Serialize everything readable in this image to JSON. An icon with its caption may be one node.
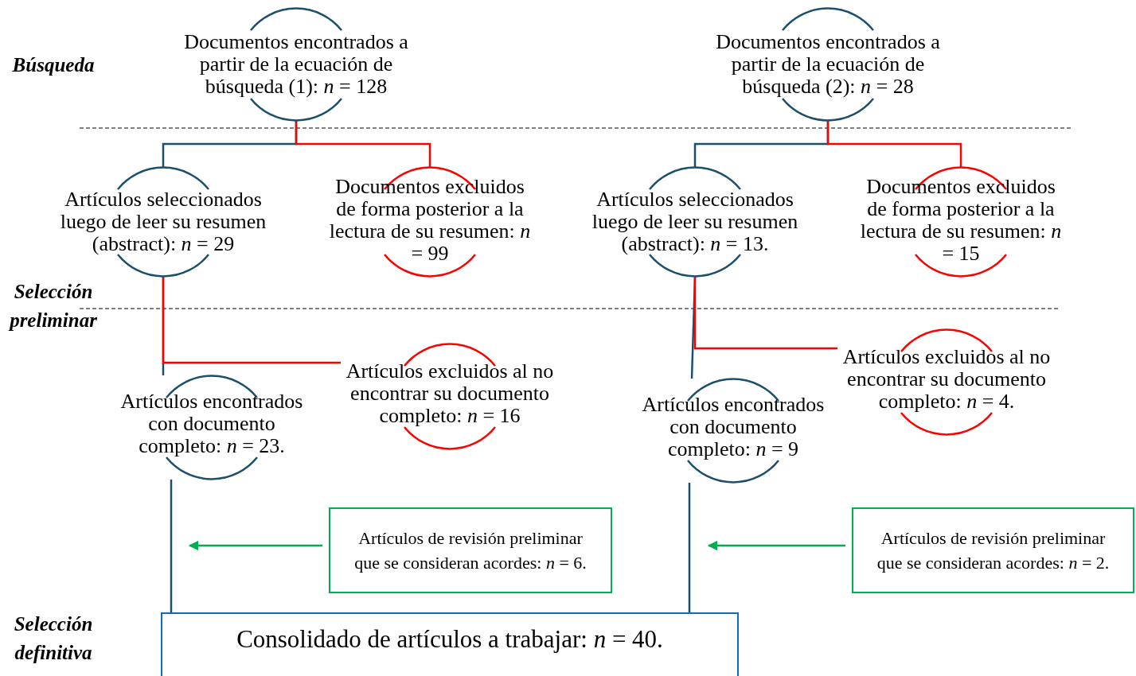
{
  "diagram": {
    "nodes": [
      {
        "text": [
          "Documentos encontrados a partir de la ecuación de búsqueda (1): *n* = 128"
        ]
      },
      {
        "text": [
          "Documentos encontrados a partir de la ecuación de búsqueda (2): *n* = 28"
        ]
      },
      {
        "text": [
          "Artículos seleccionados luego de leer su resumen (abstract): *n* = 29"
        ]
      },
      {
        "text": [
          "Documentos excluidos de forma posterior a la lectura de su resumen: *n* = 99"
        ]
      },
      {
        "text": [
          "Artículos seleccionados luego de leer su resumen (abstract): *n* = 13."
        ]
      },
      {
        "text": [
          "Documentos excluidos de forma posterior a la lectura de su resumen: *n* = 15"
        ]
      },
      {
        "text": [
          "Artículos encontrados con documento completo: *n* = 23."
        ]
      },
      {
        "text": [
          "Artículos excluidos al no encontrar su documento completo: *n* = 16"
        ]
      },
      {
        "text": [
          "Artículos encontrados con documento completo: *n* = 9"
        ]
      },
      {
        "text": [
          "Artículos excluidos al no encontrar su documento completo: *n* = 4."
        ]
      },
      {
        "text": [
          "Artículos de revisión preliminar que se consideran acordes: *n* = 6."
        ]
      },
      {
        "text": [
          "Artículos de revisión preliminar que se consideran acordes: *n* = 2."
        ]
      },
      {
        "text": [
          "Consolidado de artículos a trabajar: *n* = 40."
        ]
      }
    ],
    "edges": [
      {
        "from": 0,
        "to": 2,
        "arrow": "none"
      },
      {
        "from": 0,
        "to": 3,
        "arrow": "none",
        "color": "#ff0000"
      },
      {
        "from": 1,
        "to": 4,
        "arrow": "none"
      },
      {
        "from": 1,
        "to": 5,
        "arrow": "none",
        "color": "#ff0000"
      },
      {
        "from": 2,
        "to": 6,
        "arrow": "none"
      },
      {
        "from": 2,
        "to": 7,
        "arrow": "none",
        "color": "#ff0000"
      },
      {
        "from": 4,
        "to": 8,
        "arrow": "none"
      },
      {
        "from": 4,
        "to": 9,
        "arrow": "none",
        "color": "#ff0000"
      },
      {
        "from": 6,
        "to": 12,
        "arrow": "none"
      },
      {
        "from": 8,
        "to": 12,
        "arrow": "none"
      },
      {
        "from": 10,
        "to": null,
        "arrow": "to",
        "color": "#00b050"
      },
      {
        "from": 11,
        "to": null,
        "arrow": "to",
        "color": "#00b050"
      }
    ],
    "labels": [
      "Búsqueda",
      "Selección preliminar",
      "Selección definitiva"
    ]
  }
}
